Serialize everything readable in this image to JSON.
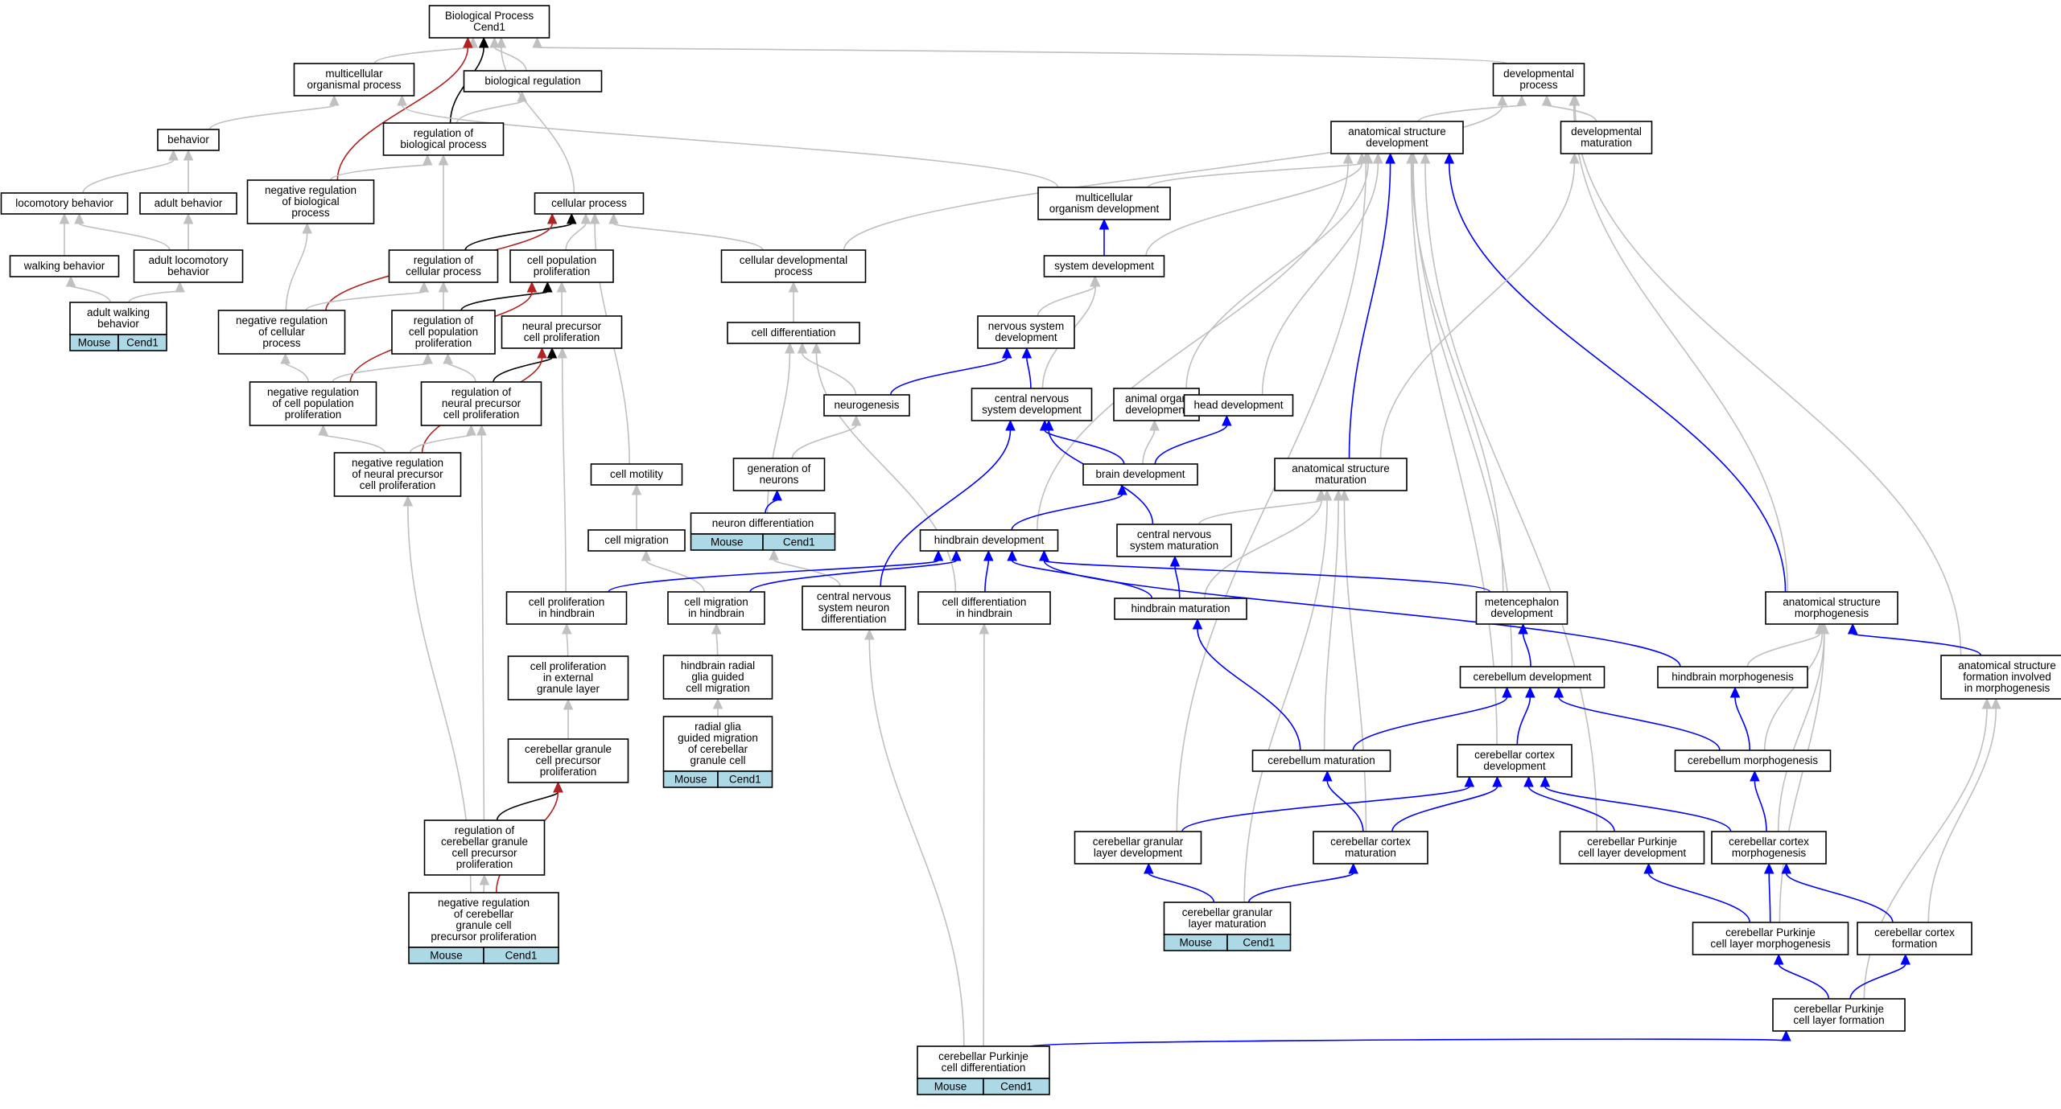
{
  "colors": {
    "is_a": "#c0c0c0",
    "part_of": "#0000ff",
    "regulates": "#000000",
    "neg_regulates": "#b22222",
    "tag_fill": "#add8e6"
  },
  "nodes": [
    {
      "id": "bp",
      "lines": [
        "Biological Process",
        "Cend1"
      ]
    },
    {
      "id": "mop",
      "lines": [
        "multicellular",
        "organismal process"
      ]
    },
    {
      "id": "breg",
      "lines": [
        "biological regulation"
      ]
    },
    {
      "id": "devp",
      "lines": [
        "developmental",
        "process"
      ]
    },
    {
      "id": "beh",
      "lines": [
        "behavior"
      ]
    },
    {
      "id": "rbp",
      "lines": [
        "regulation of",
        "biological process"
      ]
    },
    {
      "id": "asd",
      "lines": [
        "anatomical structure",
        "development"
      ]
    },
    {
      "id": "devm",
      "lines": [
        "developmental",
        "maturation"
      ]
    },
    {
      "id": "locb",
      "lines": [
        "locomotory behavior"
      ]
    },
    {
      "id": "adb",
      "lines": [
        "adult behavior"
      ]
    },
    {
      "id": "nrbp",
      "lines": [
        "negative regulation",
        "of biological",
        "process"
      ]
    },
    {
      "id": "cp",
      "lines": [
        "cellular process"
      ]
    },
    {
      "id": "mod",
      "lines": [
        "multicellular",
        "organism development"
      ]
    },
    {
      "id": "wb",
      "lines": [
        "walking behavior"
      ]
    },
    {
      "id": "alb",
      "lines": [
        "adult locomotory",
        "behavior"
      ]
    },
    {
      "id": "rcp",
      "lines": [
        "regulation of",
        "cellular process"
      ]
    },
    {
      "id": "cpp",
      "lines": [
        "cell population",
        "proliferation"
      ]
    },
    {
      "id": "cdp",
      "lines": [
        "cellular developmental",
        "process"
      ]
    },
    {
      "id": "sysd",
      "lines": [
        "system development"
      ]
    },
    {
      "id": "awb",
      "lines": [
        "adult walking",
        "behavior"
      ]
    },
    {
      "id": "nrcp",
      "lines": [
        "negative regulation",
        "of cellular",
        "process"
      ]
    },
    {
      "id": "rcpp",
      "lines": [
        "regulation of",
        "cell population",
        "proliferation"
      ]
    },
    {
      "id": "npcp",
      "lines": [
        "neural precursor",
        "cell proliferation"
      ]
    },
    {
      "id": "cdiff",
      "lines": [
        "cell differentiation"
      ]
    },
    {
      "id": "nsd",
      "lines": [
        "nervous system",
        "development"
      ]
    },
    {
      "id": "nrcpp",
      "lines": [
        "negative regulation",
        "of cell population",
        "proliferation"
      ]
    },
    {
      "id": "rnpcp",
      "lines": [
        "regulation of",
        "neural precursor",
        "cell proliferation"
      ]
    },
    {
      "id": "neurog",
      "lines": [
        "neurogenesis"
      ]
    },
    {
      "id": "cnsd",
      "lines": [
        "central nervous",
        "system development"
      ]
    },
    {
      "id": "aod",
      "lines": [
        "animal organ",
        "development"
      ]
    },
    {
      "id": "hd",
      "lines": [
        "head development"
      ]
    },
    {
      "id": "nrnpcp",
      "lines": [
        "negative regulation",
        "of neural precursor",
        "cell proliferation"
      ]
    },
    {
      "id": "gon",
      "lines": [
        "generation of",
        "neurons"
      ]
    },
    {
      "id": "cmot",
      "lines": [
        "cell motility"
      ]
    },
    {
      "id": "brd",
      "lines": [
        "brain development"
      ]
    },
    {
      "id": "asm",
      "lines": [
        "anatomical structure",
        "maturation"
      ]
    },
    {
      "id": "nd",
      "lines": [
        "neuron differentiation"
      ]
    },
    {
      "id": "cmig",
      "lines": [
        "cell migration"
      ]
    },
    {
      "id": "hbd",
      "lines": [
        "hindbrain development"
      ]
    },
    {
      "id": "cnsm",
      "lines": [
        "central nervous",
        "system maturation"
      ]
    },
    {
      "id": "cnsnd",
      "lines": [
        "central nervous",
        "system neuron",
        "differentiation"
      ]
    },
    {
      "id": "cph",
      "lines": [
        "cell proliferation",
        "in hindbrain"
      ]
    },
    {
      "id": "cmh",
      "lines": [
        "cell migration",
        "in hindbrain"
      ]
    },
    {
      "id": "cdh",
      "lines": [
        "cell differentiation",
        "in hindbrain"
      ]
    },
    {
      "id": "hbm",
      "lines": [
        "hindbrain maturation"
      ]
    },
    {
      "id": "metd",
      "lines": [
        "metencephalon",
        "development"
      ]
    },
    {
      "id": "asmorph",
      "lines": [
        "anatomical structure",
        "morphogenesis"
      ]
    },
    {
      "id": "cpegl",
      "lines": [
        "cell proliferation",
        "in external",
        "granule layer"
      ]
    },
    {
      "id": "hrgg",
      "lines": [
        "hindbrain radial",
        "glia guided",
        "cell migration"
      ]
    },
    {
      "id": "cbd",
      "lines": [
        "cerebellum development"
      ]
    },
    {
      "id": "hbmorph",
      "lines": [
        "hindbrain morphogenesis"
      ]
    },
    {
      "id": "asfim",
      "lines": [
        "anatomical structure",
        "formation involved",
        "in morphogenesis"
      ]
    },
    {
      "id": "rggm",
      "lines": [
        "radial glia",
        "guided migration",
        "of cerebellar",
        "granule cell"
      ]
    },
    {
      "id": "cgcpp",
      "lines": [
        "cerebellar granule",
        "cell precursor",
        "proliferation"
      ]
    },
    {
      "id": "cbm",
      "lines": [
        "cerebellum maturation"
      ]
    },
    {
      "id": "cbcd",
      "lines": [
        "cerebellar cortex",
        "development"
      ]
    },
    {
      "id": "cbmorph",
      "lines": [
        "cerebellum morphogenesis"
      ]
    },
    {
      "id": "rcgcpp",
      "lines": [
        "regulation of",
        "cerebellar granule",
        "cell precursor",
        "proliferation"
      ]
    },
    {
      "id": "cgld",
      "lines": [
        "cerebellar granular",
        "layer development"
      ]
    },
    {
      "id": "cbcm",
      "lines": [
        "cerebellar cortex",
        "maturation"
      ]
    },
    {
      "id": "cpcld",
      "lines": [
        "cerebellar Purkinje",
        "cell layer development"
      ]
    },
    {
      "id": "cbcmorph",
      "lines": [
        "cerebellar cortex",
        "morphogenesis"
      ]
    },
    {
      "id": "nrcgcpp",
      "lines": [
        "negative regulation",
        "of cerebellar",
        "granule cell",
        "precursor proliferation"
      ]
    },
    {
      "id": "cglm",
      "lines": [
        "cerebellar granular",
        "layer maturation"
      ]
    },
    {
      "id": "cpclm",
      "lines": [
        "cerebellar Purkinje",
        "cell layer morphogenesis"
      ]
    },
    {
      "id": "cbcf",
      "lines": [
        "cerebellar cortex",
        "formation"
      ]
    },
    {
      "id": "cpclf",
      "lines": [
        "cerebellar Purkinje",
        "cell layer formation"
      ]
    },
    {
      "id": "cpcd",
      "lines": [
        "cerebellar Purkinje",
        "cell differentiation"
      ]
    }
  ],
  "tags": [
    {
      "node": "awb",
      "organism": "Mouse",
      "gene": "Cend1"
    },
    {
      "node": "nd",
      "organism": "Mouse",
      "gene": "Cend1"
    },
    {
      "node": "rggm",
      "organism": "Mouse",
      "gene": "Cend1"
    },
    {
      "node": "nrcgcpp",
      "organism": "Mouse",
      "gene": "Cend1"
    },
    {
      "node": "cglm",
      "organism": "Mouse",
      "gene": "Cend1"
    },
    {
      "node": "cpcd",
      "organism": "Mouse",
      "gene": "Cend1"
    }
  ],
  "edges": [
    {
      "from": "mop",
      "to": "bp",
      "type": "is_a"
    },
    {
      "from": "breg",
      "to": "bp",
      "type": "is_a"
    },
    {
      "from": "cp",
      "to": "bp",
      "type": "is_a"
    },
    {
      "from": "devp",
      "to": "bp",
      "type": "is_a"
    },
    {
      "from": "rbp",
      "to": "bp",
      "type": "regulates"
    },
    {
      "from": "nrbp",
      "to": "bp",
      "type": "neg_regulates"
    },
    {
      "from": "beh",
      "to": "mop",
      "type": "is_a"
    },
    {
      "from": "mod",
      "to": "mop",
      "type": "is_a"
    },
    {
      "from": "rbp",
      "to": "breg",
      "type": "is_a"
    },
    {
      "from": "asd",
      "to": "devp",
      "type": "is_a"
    },
    {
      "from": "devm",
      "to": "devp",
      "type": "is_a"
    },
    {
      "from": "cdp",
      "to": "devp",
      "type": "is_a"
    },
    {
      "from": "asmorph",
      "to": "devp",
      "type": "is_a"
    },
    {
      "from": "asfim",
      "to": "devp",
      "type": "is_a"
    },
    {
      "from": "locb",
      "to": "beh",
      "type": "is_a"
    },
    {
      "from": "adb",
      "to": "beh",
      "type": "is_a"
    },
    {
      "from": "nrbp",
      "to": "rbp",
      "type": "is_a"
    },
    {
      "from": "rcp",
      "to": "rbp",
      "type": "is_a"
    },
    {
      "from": "mod",
      "to": "asd",
      "type": "is_a"
    },
    {
      "from": "sysd",
      "to": "asd",
      "type": "is_a"
    },
    {
      "from": "hbd",
      "to": "asd",
      "type": "is_a"
    },
    {
      "from": "aod",
      "to": "asd",
      "type": "is_a"
    },
    {
      "from": "hd",
      "to": "asd",
      "type": "is_a"
    },
    {
      "from": "metd",
      "to": "asd",
      "type": "is_a"
    },
    {
      "from": "cbd",
      "to": "asd",
      "type": "is_a"
    },
    {
      "from": "cbcd",
      "to": "asd",
      "type": "is_a"
    },
    {
      "from": "cgld",
      "to": "asd",
      "type": "is_a"
    },
    {
      "from": "cpcld",
      "to": "asd",
      "type": "is_a"
    },
    {
      "from": "asm",
      "to": "asd",
      "type": "part_of"
    },
    {
      "from": "asmorph",
      "to": "asd",
      "type": "part_of"
    },
    {
      "from": "asm",
      "to": "devm",
      "type": "is_a"
    },
    {
      "from": "wb",
      "to": "locb",
      "type": "is_a"
    },
    {
      "from": "alb",
      "to": "locb",
      "type": "is_a"
    },
    {
      "from": "alb",
      "to": "adb",
      "type": "is_a"
    },
    {
      "from": "nrcp",
      "to": "nrbp",
      "type": "is_a"
    },
    {
      "from": "cpp",
      "to": "cp",
      "type": "is_a"
    },
    {
      "from": "cdp",
      "to": "cp",
      "type": "is_a"
    },
    {
      "from": "cmot",
      "to": "cp",
      "type": "is_a"
    },
    {
      "from": "rcp",
      "to": "cp",
      "type": "regulates"
    },
    {
      "from": "nrcp",
      "to": "cp",
      "type": "neg_regulates"
    },
    {
      "from": "sysd",
      "to": "mod",
      "type": "part_of"
    },
    {
      "from": "awb",
      "to": "wb",
      "type": "is_a"
    },
    {
      "from": "awb",
      "to": "alb",
      "type": "is_a"
    },
    {
      "from": "nrcp",
      "to": "rcp",
      "type": "is_a"
    },
    {
      "from": "rcpp",
      "to": "rcp",
      "type": "is_a"
    },
    {
      "from": "npcp",
      "to": "cpp",
      "type": "is_a"
    },
    {
      "from": "rcpp",
      "to": "cpp",
      "type": "regulates"
    },
    {
      "from": "nrcpp",
      "to": "cpp",
      "type": "neg_regulates"
    },
    {
      "from": "cdiff",
      "to": "cdp",
      "type": "is_a"
    },
    {
      "from": "nsd",
      "to": "sysd",
      "type": "is_a"
    },
    {
      "from": "cnsd",
      "to": "sysd",
      "type": "is_a"
    },
    {
      "from": "nrcpp",
      "to": "nrcp",
      "type": "is_a"
    },
    {
      "from": "nrcpp",
      "to": "rcpp",
      "type": "is_a"
    },
    {
      "from": "rnpcp",
      "to": "rcpp",
      "type": "is_a"
    },
    {
      "from": "cph",
      "to": "npcp",
      "type": "is_a"
    },
    {
      "from": "rnpcp",
      "to": "npcp",
      "type": "regulates"
    },
    {
      "from": "nrnpcp",
      "to": "npcp",
      "type": "neg_regulates"
    },
    {
      "from": "neurog",
      "to": "cdiff",
      "type": "is_a"
    },
    {
      "from": "nd",
      "to": "cdiff",
      "type": "is_a"
    },
    {
      "from": "cdh",
      "to": "cdiff",
      "type": "is_a"
    },
    {
      "from": "neurog",
      "to": "nsd",
      "type": "part_of"
    },
    {
      "from": "cnsd",
      "to": "nsd",
      "type": "part_of"
    },
    {
      "from": "nrnpcp",
      "to": "nrcpp",
      "type": "is_a"
    },
    {
      "from": "nrnpcp",
      "to": "rnpcp",
      "type": "is_a"
    },
    {
      "from": "rcgcpp",
      "to": "rnpcp",
      "type": "is_a"
    },
    {
      "from": "gon",
      "to": "neurog",
      "type": "is_a"
    },
    {
      "from": "brd",
      "to": "cnsd",
      "type": "part_of"
    },
    {
      "from": "cnsnd",
      "to": "cnsd",
      "type": "part_of"
    },
    {
      "from": "cnsm",
      "to": "cnsd",
      "type": "part_of"
    },
    {
      "from": "brd",
      "to": "aod",
      "type": "is_a"
    },
    {
      "from": "brd",
      "to": "hd",
      "type": "part_of"
    },
    {
      "from": "nrcgcpp",
      "to": "nrnpcp",
      "type": "is_a"
    },
    {
      "from": "nd",
      "to": "gon",
      "type": "part_of"
    },
    {
      "from": "cmig",
      "to": "cmot",
      "type": "is_a"
    },
    {
      "from": "hbd",
      "to": "brd",
      "type": "part_of"
    },
    {
      "from": "cnsm",
      "to": "asm",
      "type": "is_a"
    },
    {
      "from": "hbm",
      "to": "asm",
      "type": "is_a"
    },
    {
      "from": "cbm",
      "to": "asm",
      "type": "is_a"
    },
    {
      "from": "cbcm",
      "to": "asm",
      "type": "is_a"
    },
    {
      "from": "cglm",
      "to": "asm",
      "type": "is_a"
    },
    {
      "from": "cnsnd",
      "to": "nd",
      "type": "is_a"
    },
    {
      "from": "cmh",
      "to": "cmig",
      "type": "is_a"
    },
    {
      "from": "cph",
      "to": "hbd",
      "type": "part_of"
    },
    {
      "from": "cmh",
      "to": "hbd",
      "type": "part_of"
    },
    {
      "from": "cdh",
      "to": "hbd",
      "type": "part_of"
    },
    {
      "from": "hbm",
      "to": "hbd",
      "type": "part_of"
    },
    {
      "from": "metd",
      "to": "hbd",
      "type": "part_of"
    },
    {
      "from": "hbmorph",
      "to": "hbd",
      "type": "part_of"
    },
    {
      "from": "hbm",
      "to": "cnsm",
      "type": "part_of"
    },
    {
      "from": "cpcd",
      "to": "cnsnd",
      "type": "is_a"
    },
    {
      "from": "cpegl",
      "to": "cph",
      "type": "is_a"
    },
    {
      "from": "hrgg",
      "to": "cmh",
      "type": "is_a"
    },
    {
      "from": "cpcd",
      "to": "cdh",
      "type": "is_a"
    },
    {
      "from": "cbm",
      "to": "hbm",
      "type": "part_of"
    },
    {
      "from": "cbd",
      "to": "metd",
      "type": "part_of"
    },
    {
      "from": "hbmorph",
      "to": "asmorph",
      "type": "is_a"
    },
    {
      "from": "cbmorph",
      "to": "asmorph",
      "type": "is_a"
    },
    {
      "from": "cbcmorph",
      "to": "asmorph",
      "type": "is_a"
    },
    {
      "from": "cpclm",
      "to": "asmorph",
      "type": "is_a"
    },
    {
      "from": "asfim",
      "to": "asmorph",
      "type": "part_of"
    },
    {
      "from": "cgcpp",
      "to": "cpegl",
      "type": "is_a"
    },
    {
      "from": "rggm",
      "to": "hrgg",
      "type": "is_a"
    },
    {
      "from": "cbm",
      "to": "cbd",
      "type": "part_of"
    },
    {
      "from": "cbcd",
      "to": "cbd",
      "type": "part_of"
    },
    {
      "from": "cbmorph",
      "to": "cbd",
      "type": "part_of"
    },
    {
      "from": "cbmorph",
      "to": "hbmorph",
      "type": "part_of"
    },
    {
      "from": "cbcf",
      "to": "asfim",
      "type": "is_a"
    },
    {
      "from": "cpclf",
      "to": "asfim",
      "type": "is_a"
    },
    {
      "from": "rcgcpp",
      "to": "cgcpp",
      "type": "regulates"
    },
    {
      "from": "nrcgcpp",
      "to": "cgcpp",
      "type": "neg_regulates"
    },
    {
      "from": "cbcm",
      "to": "cbm",
      "type": "part_of"
    },
    {
      "from": "cgld",
      "to": "cbcd",
      "type": "part_of"
    },
    {
      "from": "cbcm",
      "to": "cbcd",
      "type": "part_of"
    },
    {
      "from": "cpcld",
      "to": "cbcd",
      "type": "part_of"
    },
    {
      "from": "cbcmorph",
      "to": "cbcd",
      "type": "part_of"
    },
    {
      "from": "cbcmorph",
      "to": "cbmorph",
      "type": "part_of"
    },
    {
      "from": "nrcgcpp",
      "to": "rcgcpp",
      "type": "is_a"
    },
    {
      "from": "cglm",
      "to": "cgld",
      "type": "part_of"
    },
    {
      "from": "cglm",
      "to": "cbcm",
      "type": "part_of"
    },
    {
      "from": "cpclm",
      "to": "cpcld",
      "type": "part_of"
    },
    {
      "from": "cpclm",
      "to": "cbcmorph",
      "type": "part_of"
    },
    {
      "from": "cbcf",
      "to": "cbcmorph",
      "type": "part_of"
    },
    {
      "from": "cpclf",
      "to": "cpclm",
      "type": "part_of"
    },
    {
      "from": "cpclf",
      "to": "cbcf",
      "type": "part_of"
    },
    {
      "from": "cpcd",
      "to": "cpclf",
      "type": "part_of"
    }
  ]
}
